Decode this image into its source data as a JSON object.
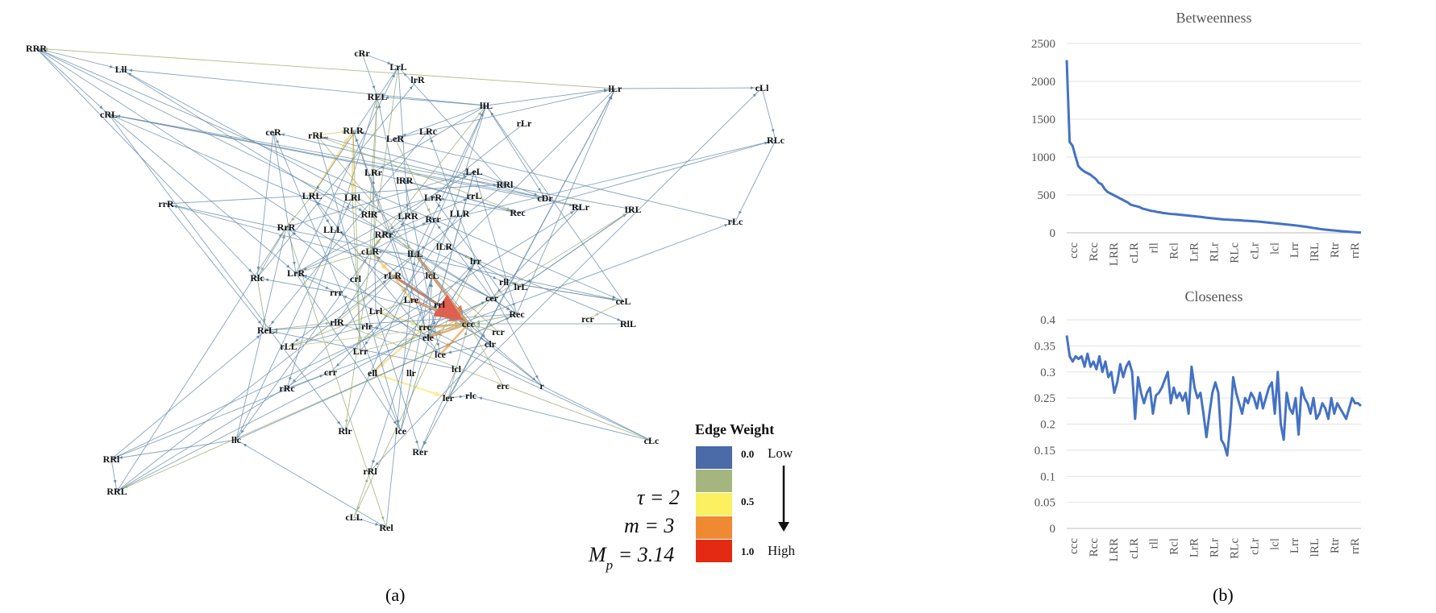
{
  "panel_a": {
    "caption": "(a)",
    "legend": {
      "title": "Edge Weight",
      "ticks": [
        "0.0",
        "0.5",
        "1.0"
      ],
      "low_label": "Low",
      "high_label": "High",
      "colors": [
        "#4a6aa8",
        "#a5b580",
        "#faf060",
        "#f08a32",
        "#e42a12"
      ]
    },
    "params": [
      "τ = 2",
      "m = 3",
      "Mp = 3.14"
    ],
    "nodes": [
      "RRR",
      "Lll",
      "cRL",
      "cRr",
      "LrL",
      "lrR",
      "REL",
      "lIL",
      "rLr",
      "ceR",
      "rRL",
      "RLR",
      "LeR",
      "LRc",
      "lLr",
      "cLl",
      "RLc",
      "LLR",
      "LRr",
      "lRR",
      "LeL",
      "RRl",
      "LRL",
      "LRl",
      "LrR",
      "rrL",
      "cDr",
      "rrR",
      "RLr",
      "IRL",
      "RrR",
      "RlR",
      "LRR",
      "Rrr",
      "Rec",
      "LLL",
      "RRr",
      "lLR",
      "cLR",
      "lLL",
      "lrr",
      "rLc",
      "Rlc",
      "LrR",
      "crl",
      "rLR",
      "lcL",
      "rll",
      "lrL",
      "rrr",
      "Lrl",
      "Lre",
      "rrl",
      "cer",
      "ceL",
      "rlR",
      "rlr",
      "rrc",
      "ccc",
      "Rec",
      "rcr",
      "RlL",
      "ReL",
      "rLL",
      "Lrr",
      "ele",
      "clr",
      "rcr",
      "lce",
      "lcl",
      "crr",
      "ell",
      "llr",
      "ler",
      "rlc",
      "erc",
      "r",
      "rRc",
      "llc",
      "lce",
      "Rer",
      "rRl",
      "Rlr",
      "RRl",
      "RRL",
      "cLL",
      "Rel",
      "cLc"
    ]
  },
  "panel_b": {
    "caption": "(b)",
    "chart_data": [
      {
        "type": "line",
        "title": "Betweenness",
        "ylim": [
          0,
          2500
        ],
        "yticks": [
          0,
          500,
          1000,
          1500,
          2000,
          2500
        ],
        "xtick_labels": [
          "ccc",
          "Rcc",
          "LRR",
          "cLR",
          "rll",
          "Rcl",
          "LrR",
          "RLr",
          "RLc",
          "cLr",
          "lcl",
          "Lrr",
          "lRL",
          "Rtr",
          "rrR"
        ],
        "series": [
          {
            "color": "#4472c4",
            "values": [
              2280,
              1200,
              1150,
              1010,
              880,
              840,
              810,
              790,
              770,
              740,
              710,
              660,
              640,
              580,
              540,
              520,
              500,
              480,
              460,
              440,
              420,
              400,
              370,
              360,
              350,
              340,
              320,
              310,
              300,
              290,
              285,
              275,
              270,
              262,
              258,
              252,
              248,
              246,
              242,
              238,
              234,
              230,
              226,
              222,
              218,
              214,
              210,
              205,
              200,
              196,
              192,
              188,
              184,
              180,
              176,
              174,
              172,
              170,
              168,
              166,
              163,
              160,
              158,
              156,
              153,
              150,
              147,
              144,
              140,
              136,
              132,
              128,
              124,
              120,
              116,
              112,
              108,
              104,
              100,
              95,
              90,
              85,
              80,
              74,
              68,
              62,
              56,
              50,
              45,
              41,
              37,
              33,
              30,
              26,
              23,
              20,
              17,
              14,
              11,
              8,
              5,
              3
            ]
          }
        ]
      },
      {
        "type": "line",
        "title": "Closeness",
        "ylim": [
          0,
          0.4
        ],
        "yticks": [
          0,
          0.05,
          0.1,
          0.15,
          0.2,
          0.25,
          0.3,
          0.35,
          0.4
        ],
        "xtick_labels": [
          "ccc",
          "Rcc",
          "LRR",
          "cLR",
          "rll",
          "Rcl",
          "LrR",
          "RLr",
          "RLc",
          "cLr",
          "lcl",
          "Lrr",
          "lRL",
          "Rtr",
          "rrR"
        ],
        "series": [
          {
            "color": "#4472c4",
            "values": [
              0.37,
              0.33,
              0.32,
              0.33,
              0.325,
              0.33,
              0.31,
              0.335,
              0.31,
              0.32,
              0.305,
              0.33,
              0.3,
              0.32,
              0.29,
              0.3,
              0.26,
              0.28,
              0.315,
              0.29,
              0.31,
              0.32,
              0.3,
              0.21,
              0.29,
              0.26,
              0.24,
              0.26,
              0.27,
              0.22,
              0.255,
              0.26,
              0.27,
              0.285,
              0.3,
              0.24,
              0.27,
              0.25,
              0.26,
              0.245,
              0.26,
              0.22,
              0.31,
              0.27,
              0.25,
              0.26,
              0.22,
              0.175,
              0.22,
              0.26,
              0.28,
              0.26,
              0.17,
              0.16,
              0.14,
              0.2,
              0.29,
              0.26,
              0.24,
              0.22,
              0.25,
              0.24,
              0.26,
              0.25,
              0.23,
              0.26,
              0.23,
              0.25,
              0.27,
              0.28,
              0.22,
              0.3,
              0.2,
              0.17,
              0.26,
              0.23,
              0.22,
              0.25,
              0.18,
              0.27,
              0.25,
              0.24,
              0.22,
              0.25,
              0.21,
              0.22,
              0.24,
              0.23,
              0.21,
              0.25,
              0.22,
              0.24,
              0.23,
              0.22,
              0.21,
              0.23,
              0.25,
              0.24,
              0.24,
              0.235
            ]
          }
        ]
      }
    ]
  }
}
